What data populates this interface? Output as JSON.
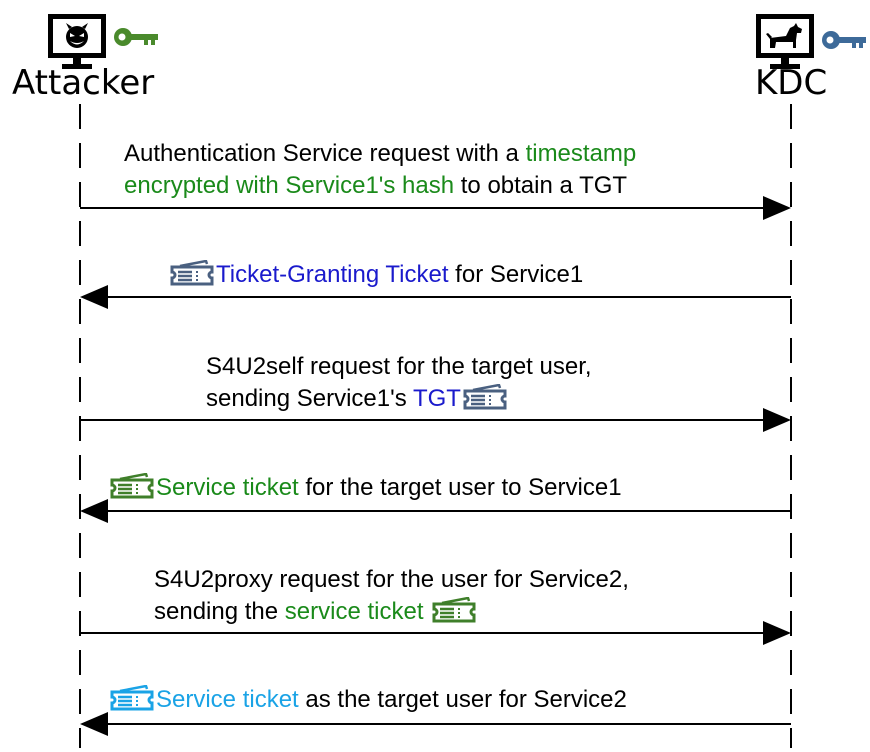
{
  "actors": {
    "attacker": {
      "label": "Attacker",
      "key_color": "#4a8a2c"
    },
    "kdc": {
      "label": "KDC",
      "key_color": "#3d6a99"
    }
  },
  "colors": {
    "green_text": "#1a8a1a",
    "blue_text": "#1a1acc",
    "cyan_text": "#1aa3e6",
    "tgt_ticket": "#4a6080",
    "service1_ticket": "#3f7f2a",
    "service2_ticket": "#1aa3e6"
  },
  "messages": [
    {
      "direction": "attacker-to-kdc",
      "lines": [
        [
          {
            "text": "Authentication Service request with a "
          },
          {
            "text": "timestamp",
            "style": "green"
          }
        ],
        [
          {
            "text": "encrypted with Service1's hash",
            "style": "green"
          },
          {
            "text": " to obtain a TGT"
          }
        ]
      ]
    },
    {
      "direction": "kdc-to-attacker",
      "lines": [
        [
          {
            "icon": "ticket-icon",
            "color": "tgt"
          },
          {
            "text": "Ticket-Granting Ticket",
            "style": "blue"
          },
          {
            "text": " for Service1"
          }
        ]
      ]
    },
    {
      "direction": "attacker-to-kdc",
      "lines": [
        [
          {
            "text": "S4U2self request for the target user,"
          }
        ],
        [
          {
            "text": "sending Service1's "
          },
          {
            "text": "TGT",
            "style": "blue"
          },
          {
            "icon": "ticket-icon",
            "color": "tgt"
          }
        ]
      ]
    },
    {
      "direction": "kdc-to-attacker",
      "lines": [
        [
          {
            "icon": "ticket-icon",
            "color": "service1"
          },
          {
            "text": "Service ticket",
            "style": "green"
          },
          {
            "text": " for the target user to Service1"
          }
        ]
      ]
    },
    {
      "direction": "attacker-to-kdc",
      "lines": [
        [
          {
            "text": "S4U2proxy request for the user for Service2,"
          }
        ],
        [
          {
            "text": "sending the "
          },
          {
            "text": "service ticket",
            "style": "green"
          },
          {
            "text": " "
          },
          {
            "icon": "ticket-icon",
            "color": "service1"
          }
        ]
      ]
    },
    {
      "direction": "kdc-to-attacker",
      "lines": [
        [
          {
            "icon": "ticket-icon",
            "color": "service2"
          },
          {
            "text": "Service ticket",
            "style": "cyan"
          },
          {
            "text": " as the target user for Service2"
          }
        ]
      ]
    }
  ]
}
